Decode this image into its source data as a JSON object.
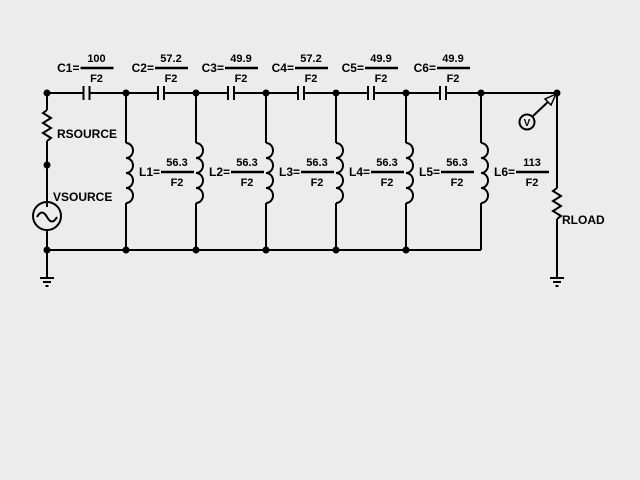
{
  "capacitors": [
    {
      "name": "C1=",
      "value": "100",
      "unit": "F2"
    },
    {
      "name": "C2=",
      "value": "57.2",
      "unit": "F2"
    },
    {
      "name": "C3=",
      "value": "49.9",
      "unit": "F2"
    },
    {
      "name": "C4=",
      "value": "57.2",
      "unit": "F2"
    },
    {
      "name": "C5=",
      "value": "49.9",
      "unit": "F2"
    },
    {
      "name": "C6=",
      "value": "49.9",
      "unit": "F2"
    }
  ],
  "inductors": [
    {
      "name": "L1=",
      "value": "56.3",
      "unit": "F2"
    },
    {
      "name": "L2=",
      "value": "56.3",
      "unit": "F2"
    },
    {
      "name": "L3=",
      "value": "56.3",
      "unit": "F2"
    },
    {
      "name": "L4=",
      "value": "56.3",
      "unit": "F2"
    },
    {
      "name": "L5=",
      "value": "56.3",
      "unit": "F2"
    },
    {
      "name": "L6=",
      "value": "113",
      "unit": "F2"
    }
  ],
  "source": {
    "resistor": "RSOURCE",
    "voltage": "VSOURCE"
  },
  "load": {
    "resistor": "RLOAD",
    "probe": "V"
  }
}
